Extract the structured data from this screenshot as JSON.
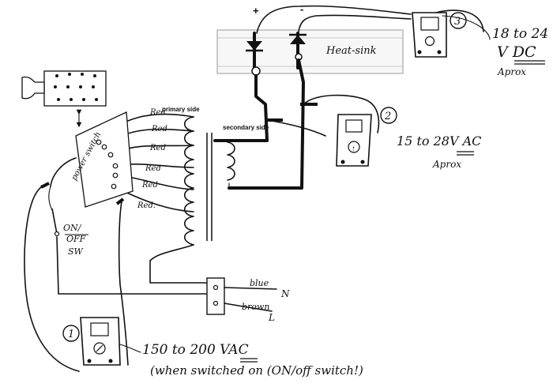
{
  "labels": {
    "heatsink": "Heat-sink",
    "dc_output": "18 to 24",
    "dc_output_unit": "V DC",
    "dc_output_note": "Aprox",
    "meter_number_dc": "3",
    "ac_output": "15 to 28V AC",
    "ac_output_note": "Aprox",
    "meter_number_ac": "2",
    "primary_side": "primary side",
    "secondary_side": "secondary side",
    "tap_labels": [
      "Red",
      "Red",
      "Red",
      "Red",
      "Red",
      "Red."
    ],
    "power_switch": "power switch",
    "onoff_line1": "ON/",
    "onoff_line2": "OFF",
    "onoff_line3": "SW",
    "blue": "blue",
    "neutral": "N",
    "brown": "brown",
    "live": "L",
    "meter_number_input": "1",
    "input_voltage": "150 to 200 VAC",
    "input_note": "(when switched on (ON/off switch!)",
    "plus_sign": "+",
    "minus_sign": "-",
    "arrow_up": "↑"
  }
}
